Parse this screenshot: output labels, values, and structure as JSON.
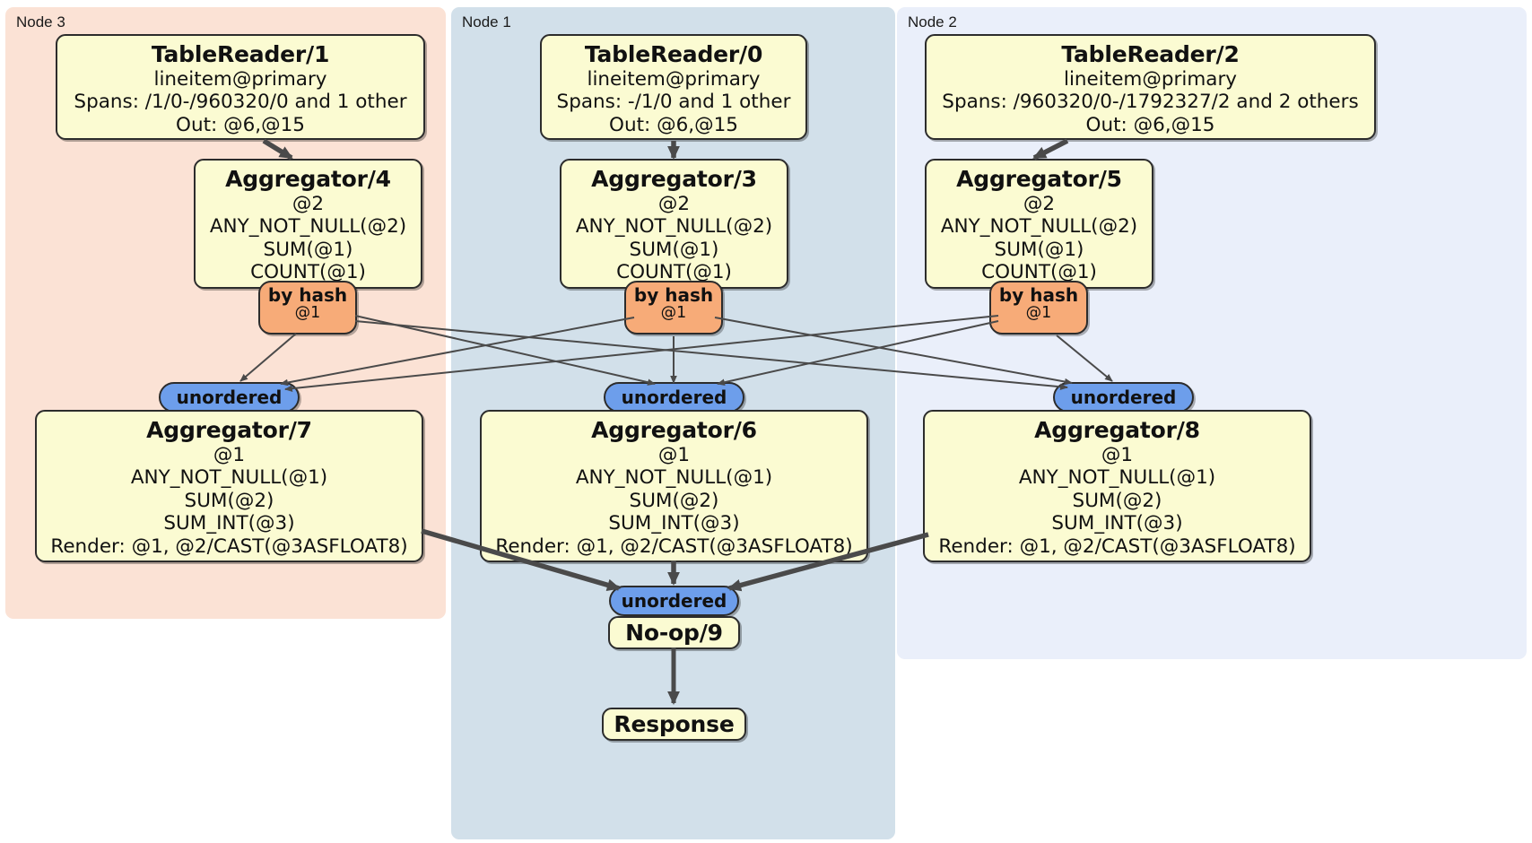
{
  "diagram": {
    "type": "distributed-query-plan",
    "title": "DistSQL physical plan",
    "colors": {
      "node3_panel": "#fbe2d5",
      "node1_panel": "#d2e0ea",
      "node2_panel": "#eaeffa",
      "processor_fill": "#fbfbd2",
      "hash_router_fill": "#f7ab78",
      "synchronizer_fill": "#6d9eeb",
      "stroke": "#2c2c2c",
      "edge_thin": "#4a4a4a",
      "edge_thick": "#4a4a4a"
    }
  },
  "nodes": [
    {
      "id": "node3",
      "label": "Node 3"
    },
    {
      "id": "node1",
      "label": "Node 1"
    },
    {
      "id": "node2",
      "label": "Node 2"
    }
  ],
  "processors": {
    "table_reader_1": {
      "title": "TableReader/1",
      "lines": [
        "lineitem@primary",
        "Spans: /1/0-/960320/0 and 1 other",
        "Out: @6,@15"
      ]
    },
    "table_reader_0": {
      "title": "TableReader/0",
      "lines": [
        "lineitem@primary",
        "Spans: -/1/0 and 1 other",
        "Out: @6,@15"
      ]
    },
    "table_reader_2": {
      "title": "TableReader/2",
      "lines": [
        "lineitem@primary",
        "Spans: /960320/0-/1792327/2 and 2 others",
        "Out: @6,@15"
      ]
    },
    "aggregator_4": {
      "title": "Aggregator/4",
      "lines": [
        "@2",
        "ANY_NOT_NULL(@2)",
        "SUM(@1)",
        "COUNT(@1)"
      ]
    },
    "aggregator_3": {
      "title": "Aggregator/3",
      "lines": [
        "@2",
        "ANY_NOT_NULL(@2)",
        "SUM(@1)",
        "COUNT(@1)"
      ]
    },
    "aggregator_5": {
      "title": "Aggregator/5",
      "lines": [
        "@2",
        "ANY_NOT_NULL(@2)",
        "SUM(@1)",
        "COUNT(@1)"
      ]
    },
    "aggregator_7": {
      "title": "Aggregator/7",
      "lines": [
        "@1",
        "ANY_NOT_NULL(@1)",
        "SUM(@2)",
        "SUM_INT(@3)",
        "Render: @1, @2/CAST(@3ASFLOAT8)"
      ]
    },
    "aggregator_6": {
      "title": "Aggregator/6",
      "lines": [
        "@1",
        "ANY_NOT_NULL(@1)",
        "SUM(@2)",
        "SUM_INT(@3)",
        "Render: @1, @2/CAST(@3ASFLOAT8)"
      ]
    },
    "aggregator_8": {
      "title": "Aggregator/8",
      "lines": [
        "@1",
        "ANY_NOT_NULL(@1)",
        "SUM(@2)",
        "SUM_INT(@3)",
        "Render: @1, @2/CAST(@3ASFLOAT8)"
      ]
    },
    "noop_9": {
      "title": "No-op/9",
      "lines": []
    },
    "response": {
      "title": "Response",
      "lines": []
    }
  },
  "routers": {
    "hash_left": {
      "title": "by hash",
      "subtitle": "@1"
    },
    "hash_center": {
      "title": "by hash",
      "subtitle": "@1"
    },
    "hash_right": {
      "title": "by hash",
      "subtitle": "@1"
    },
    "sync_left": {
      "title": "unordered"
    },
    "sync_center": {
      "title": "unordered"
    },
    "sync_right": {
      "title": "unordered"
    },
    "sync_final": {
      "title": "unordered"
    }
  }
}
